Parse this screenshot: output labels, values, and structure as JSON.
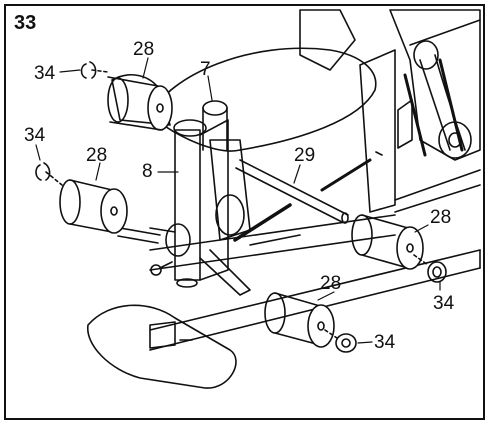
{
  "step_number": "33",
  "labels": {
    "roller_pad": "28",
    "tube": "7",
    "pivot": "8",
    "axle": "29",
    "clip": "34"
  },
  "colors": {
    "line": "#111111",
    "background": "#ffffff",
    "shade": "#d9d9d9"
  }
}
